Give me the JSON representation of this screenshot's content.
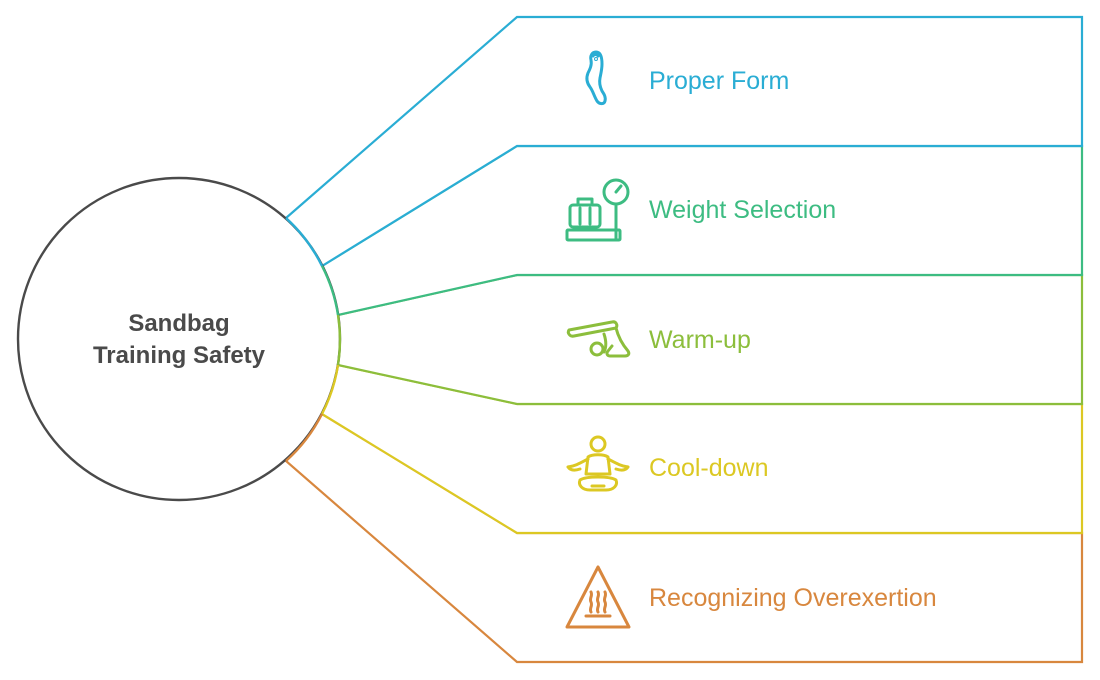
{
  "diagram": {
    "center": {
      "line1": "Sandbag",
      "line2": "Training Safety"
    },
    "items": [
      {
        "label": "Proper Form",
        "icon": "body-form-icon",
        "color": "#2aadd4"
      },
      {
        "label": "Weight Selection",
        "icon": "scale-luggage-icon",
        "color": "#3dbc82"
      },
      {
        "label": "Warm-up",
        "icon": "warm-up-stretch-icon",
        "color": "#8cbe3c"
      },
      {
        "label": "Cool-down",
        "icon": "meditation-icon",
        "color": "#dcc823"
      },
      {
        "label": "Recognizing Overexertion",
        "icon": "heat-warning-icon",
        "color": "#d8873e"
      }
    ]
  }
}
